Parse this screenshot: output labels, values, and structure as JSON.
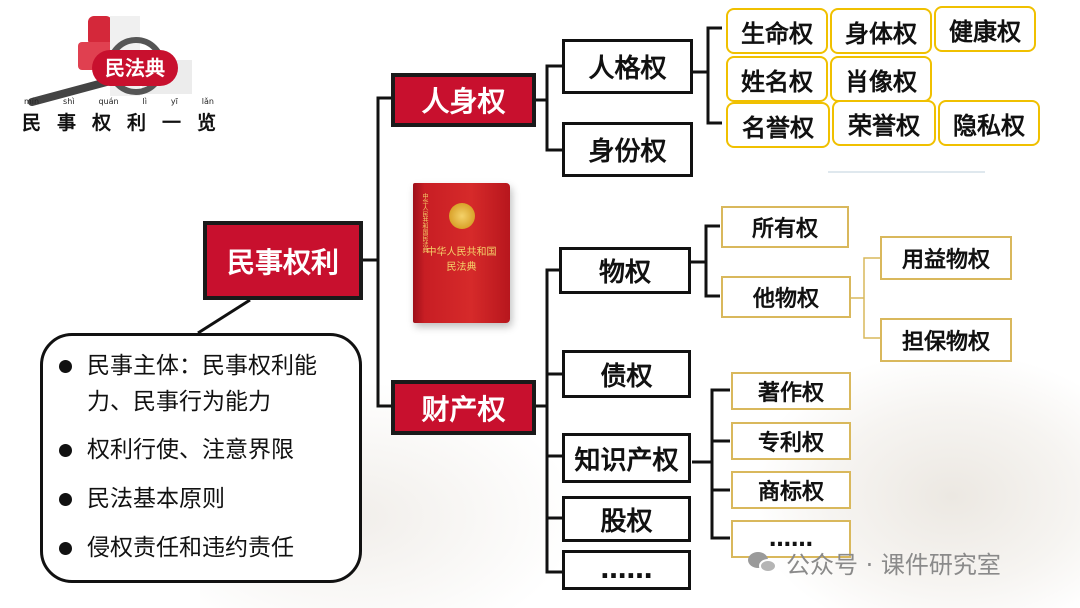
{
  "logo": {
    "badge": "民法典",
    "pinyin": [
      "mín",
      "shì",
      "quán",
      "lì",
      "yī",
      "lǎn"
    ],
    "title": "民事权利一览"
  },
  "root": "民事权利",
  "personal": {
    "label": "人身权",
    "children": [
      {
        "label": "人格权",
        "rights_rows": [
          [
            "生命权",
            "身体权",
            "健康权"
          ],
          [
            "姓名权",
            "肖像权"
          ],
          [
            "名誉权",
            "荣誉权",
            "隐私权"
          ]
        ]
      },
      {
        "label": "身份权"
      }
    ]
  },
  "book": {
    "title_line1": "中华人民共和国",
    "title_line2": "民法典",
    "spine": "中华人民共和国民法典"
  },
  "property": {
    "label": "财产权",
    "wuquan": {
      "label": "物权",
      "children": [
        "所有权",
        "他物权"
      ],
      "taquan_children": [
        "用益物权",
        "担保物权"
      ]
    },
    "zhaiquan": "债权",
    "ip": {
      "label": "知识产权",
      "children": [
        "著作权",
        "专利权",
        "商标权",
        "……"
      ]
    },
    "guquan": "股权",
    "more": "……"
  },
  "notes": [
    "民事主体：民事权利能力、民事行为能力",
    "权利行使、注意界限",
    "民法基本原则",
    "侵权责任和违约责任"
  ],
  "watermark": "公众号 · 课件研究室"
}
